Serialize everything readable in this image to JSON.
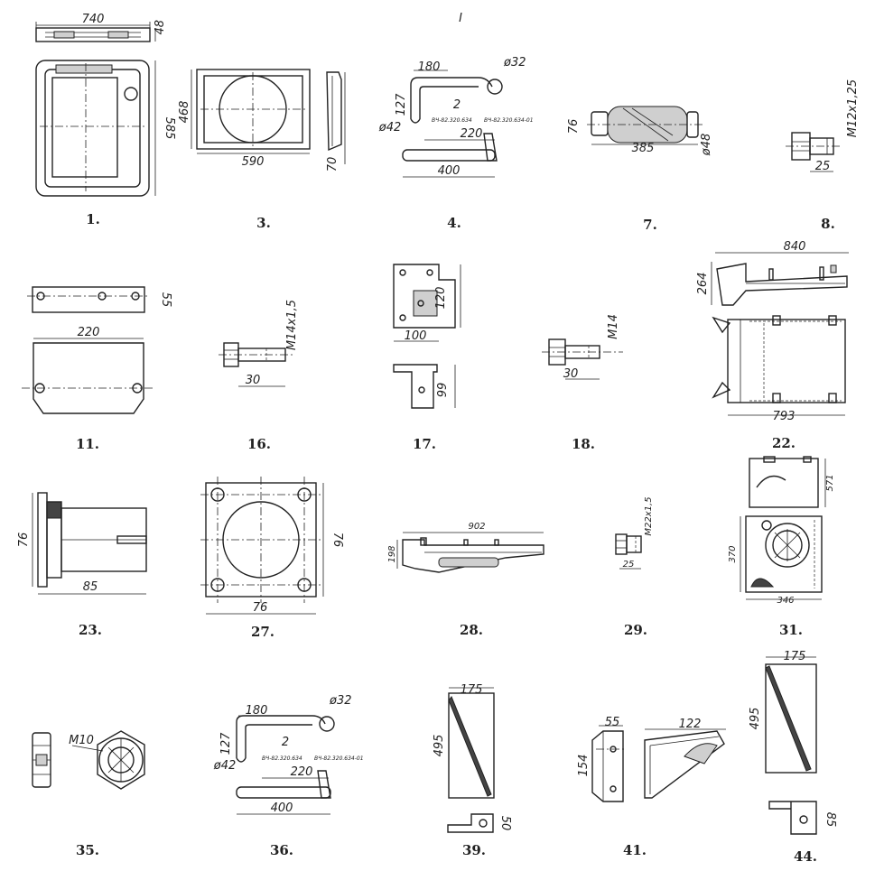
{
  "sheet": {
    "page_number": "I"
  },
  "parts": [
    {
      "caption": "1.",
      "dims": [
        "740",
        "48",
        "585"
      ]
    },
    {
      "caption": "3.",
      "dims": [
        "468",
        "590",
        "70"
      ]
    },
    {
      "caption": "4.",
      "dims": [
        "180",
        "ø32",
        "127",
        "2",
        "ø42",
        "ВЧ-82.320.634",
        "ВЧ-82.320.634-01",
        "220",
        "400"
      ]
    },
    {
      "caption": "7.",
      "dims": [
        "76",
        "385",
        "ø48"
      ]
    },
    {
      "caption": "8.",
      "dims": [
        "M12x1,25",
        "25"
      ]
    },
    {
      "caption": "11.",
      "dims": [
        "55",
        "220"
      ]
    },
    {
      "caption": "16.",
      "dims": [
        "M14x1,5",
        "30"
      ]
    },
    {
      "caption": "17.",
      "dims": [
        "120",
        "100",
        "99"
      ]
    },
    {
      "caption": "18.",
      "dims": [
        "M14",
        "30"
      ]
    },
    {
      "caption": "22.",
      "dims": [
        "840",
        "264",
        "793"
      ]
    },
    {
      "caption": "23.",
      "dims": [
        "76",
        "85"
      ]
    },
    {
      "caption": "27.",
      "dims": [
        "76",
        "76"
      ]
    },
    {
      "caption": "28.",
      "dims": [
        "902",
        "198"
      ]
    },
    {
      "caption": "29.",
      "dims": [
        "M22x1,5",
        "25"
      ]
    },
    {
      "caption": "31.",
      "dims": [
        "571",
        "370",
        "346"
      ]
    },
    {
      "caption": "35.",
      "dims": [
        "M10"
      ]
    },
    {
      "caption": "36.",
      "dims": [
        "180",
        "ø32",
        "127",
        "2",
        "ø42",
        "ВЧ-82.320.634",
        "ВЧ-82.320.634-01",
        "220",
        "400"
      ]
    },
    {
      "caption": "39.",
      "dims": [
        "175",
        "495",
        "50"
      ]
    },
    {
      "caption": "41.",
      "dims": [
        "55",
        "154",
        "122"
      ]
    },
    {
      "caption": "44.",
      "dims": [
        "175",
        "495",
        "85"
      ]
    }
  ]
}
